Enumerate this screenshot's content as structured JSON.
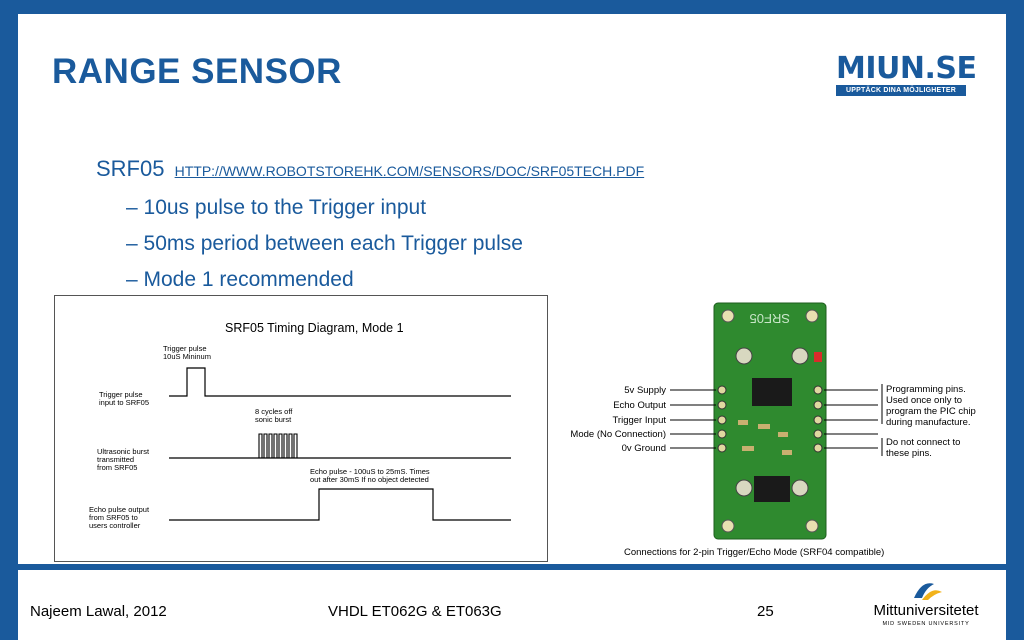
{
  "slide": {
    "title": "RANGE SENSOR",
    "logo": {
      "main": "MIUN.SE",
      "tagline": "UPPTÄCK DINA MÖJLIGHETER"
    },
    "bullet": {
      "label": "SRF05",
      "link": "HTTP://WWW.ROBOTSTOREHK.COM/SENSORS/DOC/SRF05TECH.PDF"
    },
    "subbullets": [
      "– 10us pulse to the Trigger input",
      "– 50ms period between each Trigger pulse",
      "– Mode 1 recommended"
    ]
  },
  "timing": {
    "title": "SRF05 Timing Diagram, Mode 1",
    "trigger_note": [
      "Trigger pulse",
      "10uS Mininum"
    ],
    "burst_note": [
      "8 cycles off",
      "sonic burst"
    ],
    "echo_note": [
      "Echo pulse - 100uS to 25mS. Times",
      "out after 30mS If no object detected"
    ],
    "row_labels": [
      [
        "Trigger pulse",
        "input to SRF05"
      ],
      [
        "Ultrasonic burst",
        "transmitted",
        "from SRF05"
      ],
      [
        "Echo pulse output",
        "from SRF05 to",
        "users controller"
      ]
    ]
  },
  "board": {
    "silkscreen": "SRF05",
    "pin_labels": [
      "5v Supply",
      "Echo Output",
      "Trigger Input",
      "Mode (No Connection)",
      "0v Ground"
    ],
    "right_note_1": [
      "Programming pins.",
      "Used once only to",
      "program the PIC chip",
      "during manufacture."
    ],
    "right_note_2": [
      "Do not connect to",
      "these pins."
    ],
    "caption": "Connections for 2-pin Trigger/Echo Mode (SRF04 compatible)"
  },
  "footer": {
    "author": "Najeem Lawal, 2012",
    "course": "VHDL ET062G & ET063G",
    "page": "25",
    "university": "Mittuniversitetet",
    "university_sub": "MID SWEDEN UNIVERSITY"
  },
  "colors": {
    "brand_blue": "#1a5a9c",
    "pcb_green": "#2f8a2f"
  }
}
